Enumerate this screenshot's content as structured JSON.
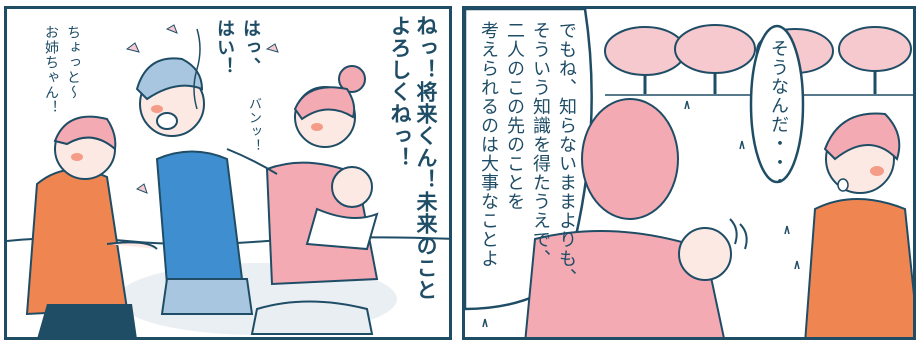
{
  "panels": [
    {
      "texts": {
        "line1": "ねっ！将来くん！未来のこと",
        "line2": "よろしくねっ！",
        "reply1": "はっ、",
        "reply2": "はい！",
        "sfx": "バンッ！",
        "side1": "ちょっと～",
        "side2": "お姉ちゃん！"
      }
    },
    {
      "texts": {
        "bubble1_l1": "でもね、知らないままよりも、",
        "bubble1_l2": "そういう知識を得たうえで、",
        "bubble1_l3": "二人のこの先のことを",
        "bubble1_l4": "考えられるのは大事なことよ",
        "bubble2": "そうなんだ・・・"
      }
    }
  ],
  "colors": {
    "ink": "#1f4d66",
    "pink": "#f3aab3",
    "orange": "#ef8550",
    "blue": "#3f8fd0",
    "tree_pink": "#f6c9cf",
    "blush": "#f07a5f"
  }
}
